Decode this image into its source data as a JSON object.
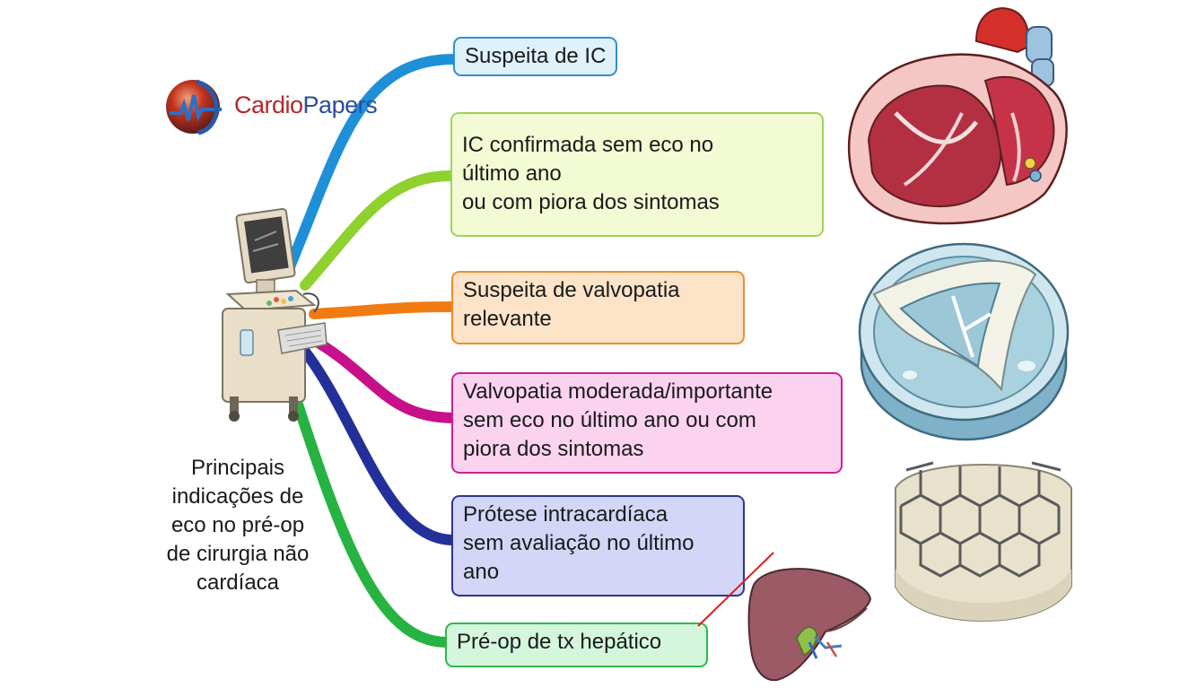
{
  "logo": {
    "part1": "Cardio",
    "part2": "Papers"
  },
  "center_label": [
    "Principais",
    "indicações de",
    "eco no pré-op",
    "de cirurgia não",
    "cardíaca"
  ],
  "boxes": [
    {
      "lines": [
        "Suspeita de IC"
      ],
      "border": "#2e8fd1",
      "fill": "#dff1fb",
      "branch": "#1e90d8"
    },
    {
      "lines": [
        "IC confirmada sem eco no",
        "último ano",
        "ou com piora dos sintomas"
      ],
      "border": "#9ed35a",
      "fill": "#f2fbd3",
      "branch": "#8fd12e"
    },
    {
      "lines": [
        "Suspeita de valvopatia",
        "relevante"
      ],
      "border": "#f08b2c",
      "fill": "#fde3c8",
      "branch": "#f27a12"
    },
    {
      "lines": [
        "Valvopatia moderada/importante",
        "sem eco no último ano ou com",
        "piora dos sintomas"
      ],
      "border": "#d0208f",
      "fill": "#fbd3ef",
      "branch": "#c8108a"
    },
    {
      "lines": [
        "Prótese intracardíaca",
        "sem avaliação no último",
        "ano"
      ],
      "border": "#2a3595",
      "fill": "#d3d6f6",
      "branch": "#23309a"
    },
    {
      "lines": [
        "Pré-op de tx hepático"
      ],
      "border": "#2eb84b",
      "fill": "#d4f6dd",
      "branch": "#27b341"
    }
  ],
  "illustrations": [
    "heart-icon",
    "aortic-valve-icon",
    "valve-prosthesis-icon",
    "liver-icon",
    "echo-machine-icon"
  ]
}
